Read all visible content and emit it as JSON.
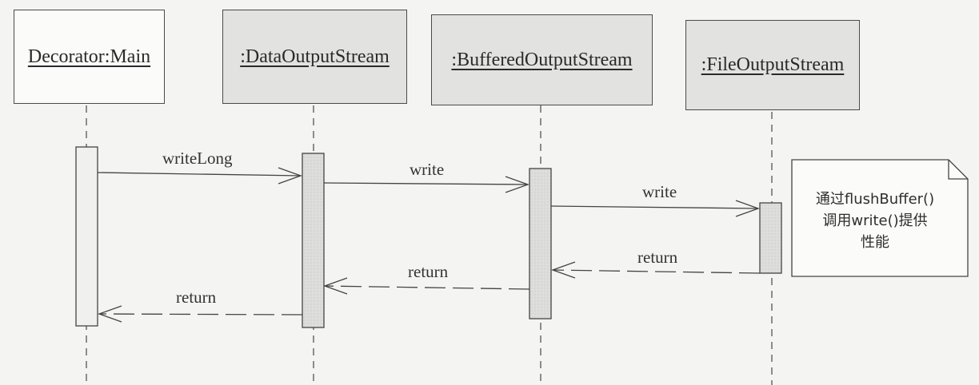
{
  "objects": [
    {
      "id": "decorator-main",
      "label": "Decorator:Main"
    },
    {
      "id": "data-output-stream",
      "label": ":DataOutputStream"
    },
    {
      "id": "buffered-output-stream",
      "label": ":BufferedOutputStream"
    },
    {
      "id": "file-output-stream",
      "label": ":FileOutputStream"
    }
  ],
  "messages": {
    "write_long": "writeLong",
    "write_1": "write",
    "write_2": "write",
    "return_1": "return",
    "return_2": "return",
    "return_3": "return"
  },
  "note": {
    "line1": "通过flushBuffer()",
    "line2": "调用write()提供",
    "line3": "性能"
  }
}
